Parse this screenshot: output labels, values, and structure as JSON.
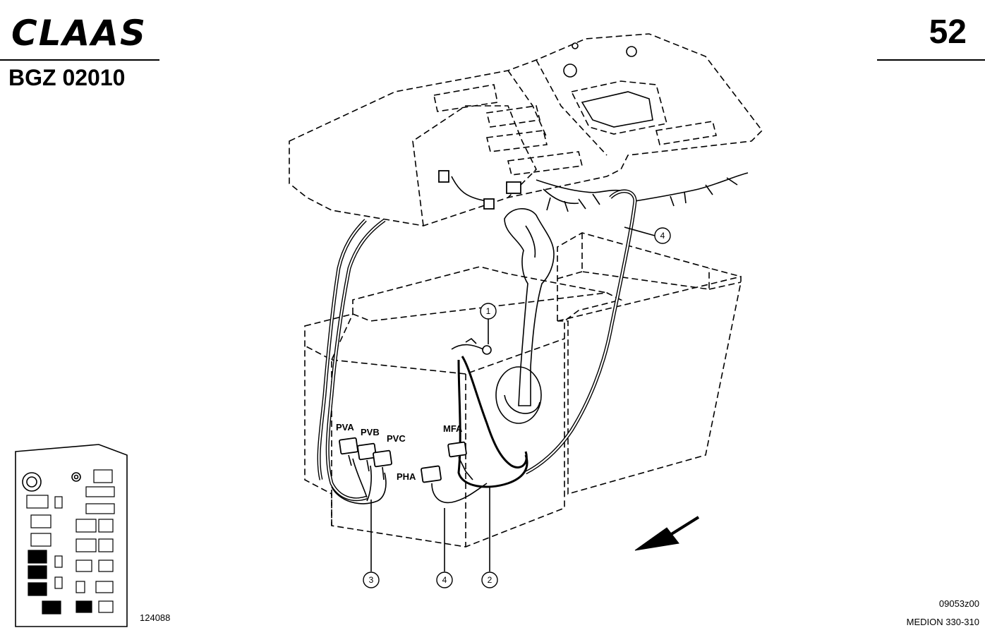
{
  "header": {
    "brand": "CLAAS",
    "doc_code": "BGZ 02010",
    "page_number": "52"
  },
  "diagram": {
    "callouts": [
      "1",
      "2",
      "3",
      "4",
      "4"
    ],
    "connectors": [
      "PVA",
      "PVB",
      "PVC",
      "MFA",
      "PHA"
    ]
  },
  "footer": {
    "drawing_number": "124088",
    "image_code": "09053z00",
    "model": "MEDION 330-310"
  }
}
